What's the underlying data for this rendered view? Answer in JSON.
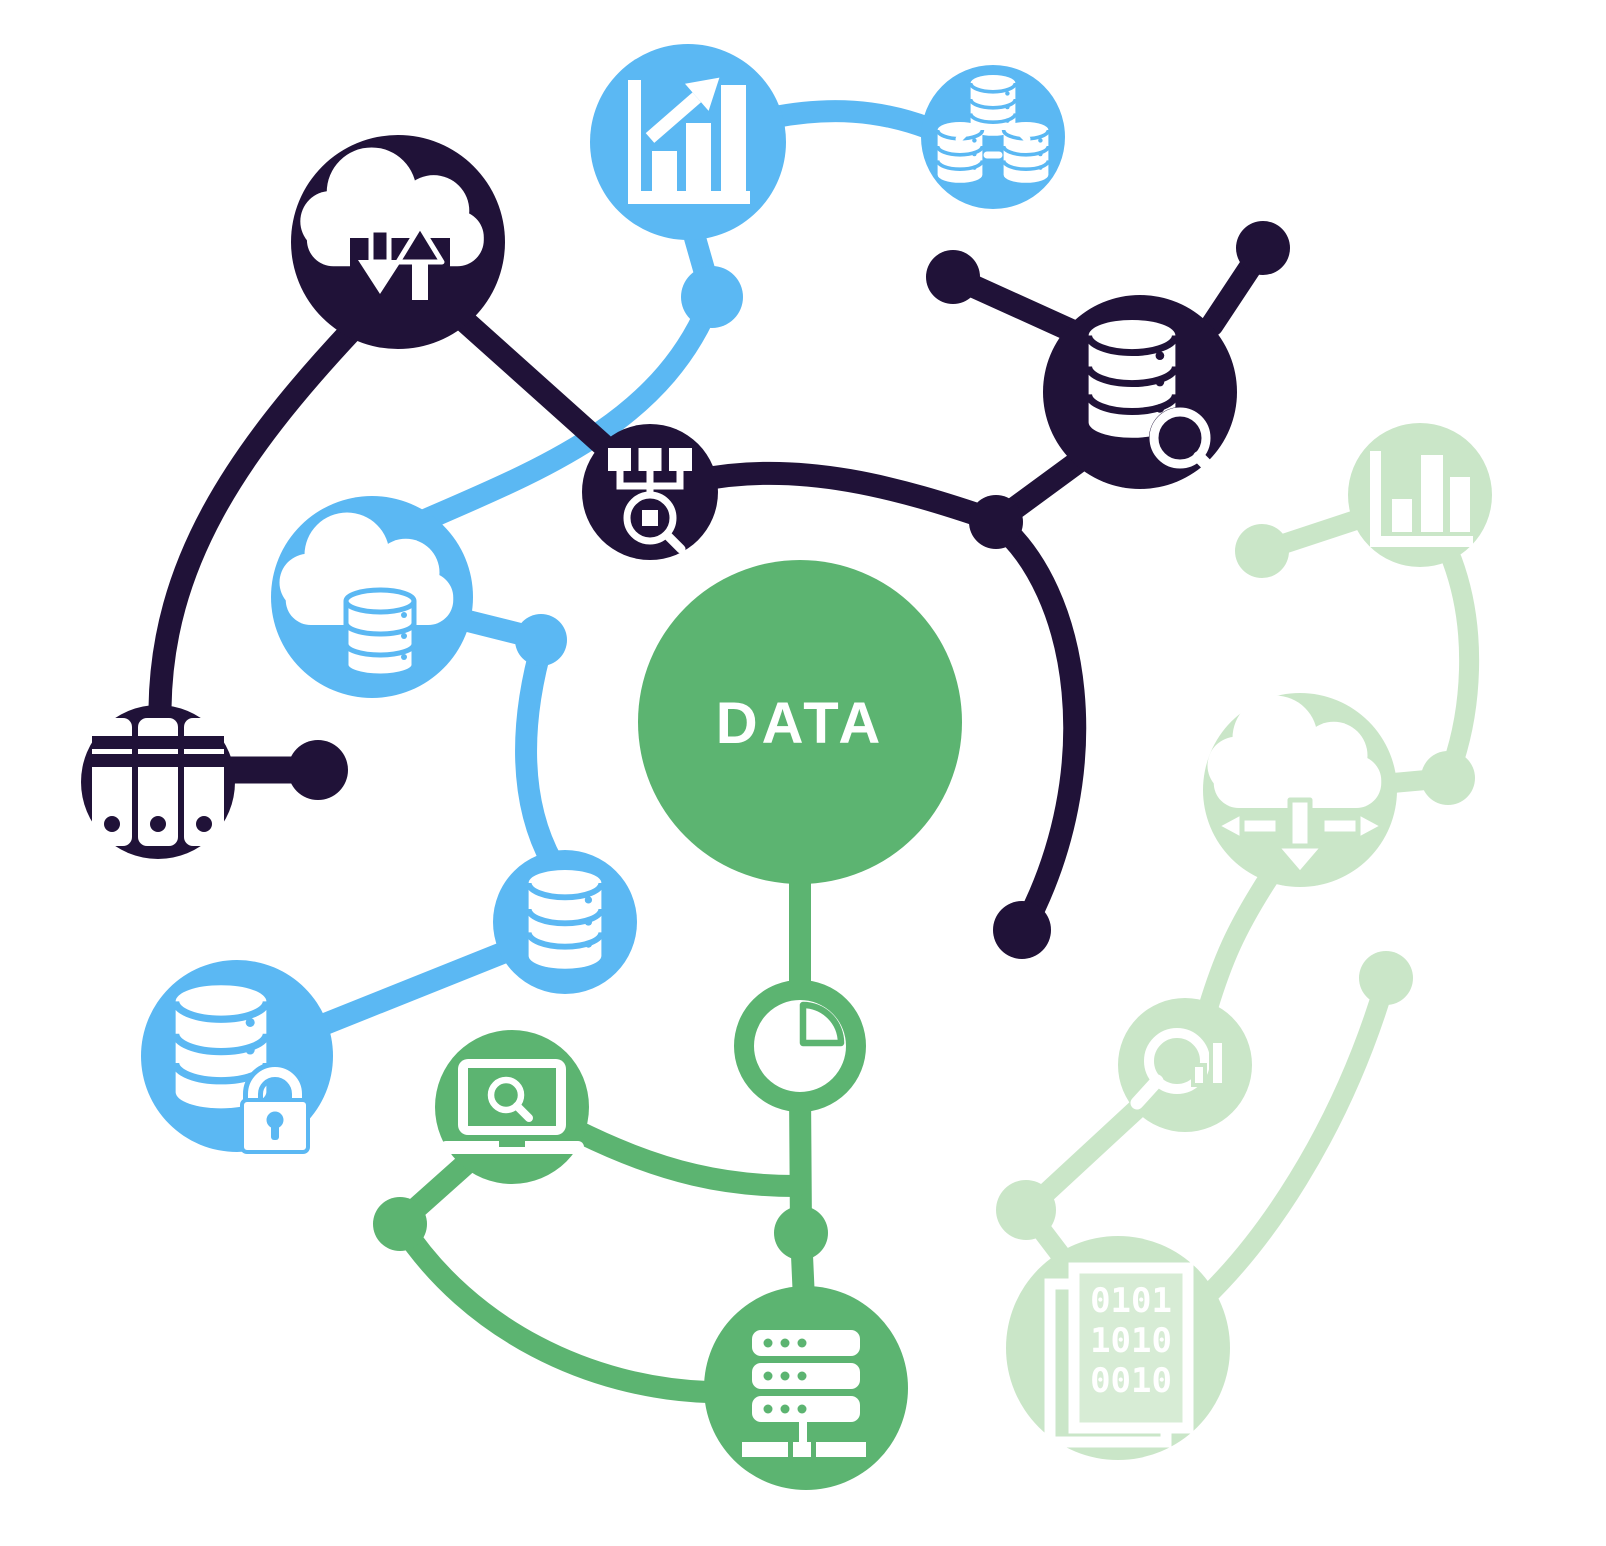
{
  "title": "Data network illustration",
  "center": {
    "label": "DATA"
  },
  "binary_document": {
    "lines": [
      "0101",
      "1010",
      "0010"
    ]
  },
  "colors": {
    "background": "#ffffff",
    "dark": "#201238",
    "blue": "#5bb8f3",
    "green": "#5cb471",
    "faded": "#cae6c8",
    "faded_page": "#d7ecd5",
    "icon": "#ffffff"
  },
  "nodes": [
    {
      "id": "data-center",
      "label": "DATA",
      "icon": "data-circle",
      "palette": "green"
    },
    {
      "id": "cloud-sync",
      "icon": "cloud-upload-download-icon",
      "palette": "dark"
    },
    {
      "id": "growth-chart",
      "icon": "bar-chart-arrow-icon",
      "palette": "blue"
    },
    {
      "id": "database-cluster",
      "icon": "linked-databases-icon",
      "palette": "blue"
    },
    {
      "id": "database-search",
      "icon": "database-magnifier-icon",
      "palette": "dark"
    },
    {
      "id": "data-mapping",
      "icon": "sitemap-magnifier-icon",
      "palette": "dark"
    },
    {
      "id": "cloud-database",
      "icon": "cloud-database-icon",
      "palette": "blue"
    },
    {
      "id": "archive-binders",
      "icon": "binders-icon",
      "palette": "dark"
    },
    {
      "id": "database",
      "icon": "database-icon",
      "palette": "blue"
    },
    {
      "id": "database-security",
      "icon": "database-lock-icon",
      "palette": "blue"
    },
    {
      "id": "data-browsing",
      "icon": "laptop-magnifier-icon",
      "palette": "green"
    },
    {
      "id": "pie-chart",
      "icon": "pie-chart-icon",
      "palette": "green"
    },
    {
      "id": "server-rack",
      "icon": "server-icon",
      "palette": "green"
    },
    {
      "id": "analytics",
      "icon": "bar-chart-icon",
      "palette": "faded"
    },
    {
      "id": "cloud-distribution",
      "icon": "cloud-arrows-icon",
      "palette": "faded"
    },
    {
      "id": "search-insights",
      "icon": "magnifier-chart-icon",
      "palette": "faded"
    },
    {
      "id": "binary-data",
      "icon": "binary-document-icon",
      "palette": "faded"
    }
  ]
}
